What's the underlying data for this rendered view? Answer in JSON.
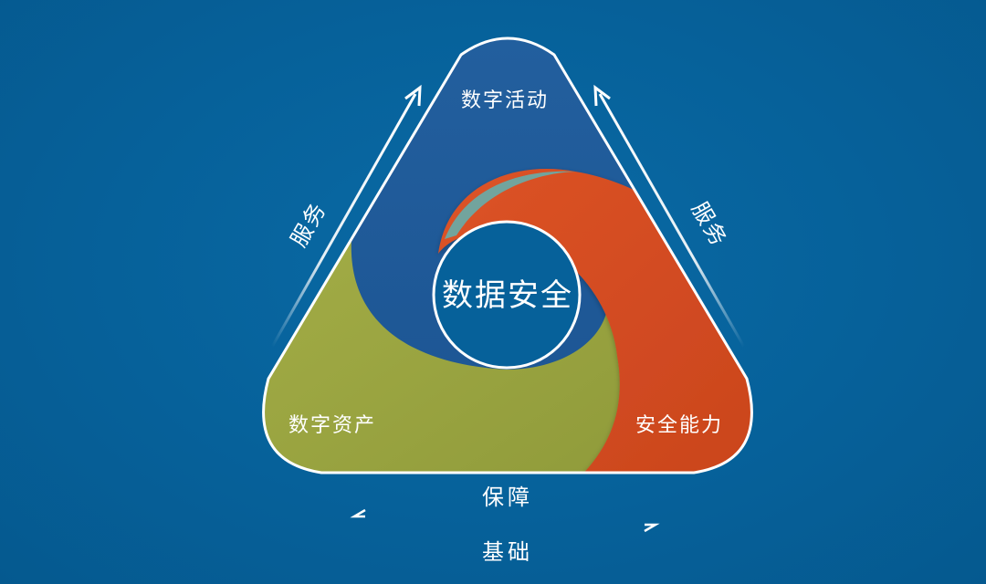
{
  "diagram": {
    "center": "数据安全",
    "sections": {
      "top": "数字活动",
      "bottom_left": "数字资产",
      "bottom_right": "安全能力"
    },
    "side_labels": {
      "left": "服务",
      "right": "服务"
    },
    "bottom_labels": {
      "above": "保障",
      "below": "基础"
    },
    "colors": {
      "background": "#06619a",
      "top_section": "#1e5a9a",
      "left_section": "#9aa63f",
      "right_section": "#d34a21",
      "outline": "#ffffff"
    }
  }
}
